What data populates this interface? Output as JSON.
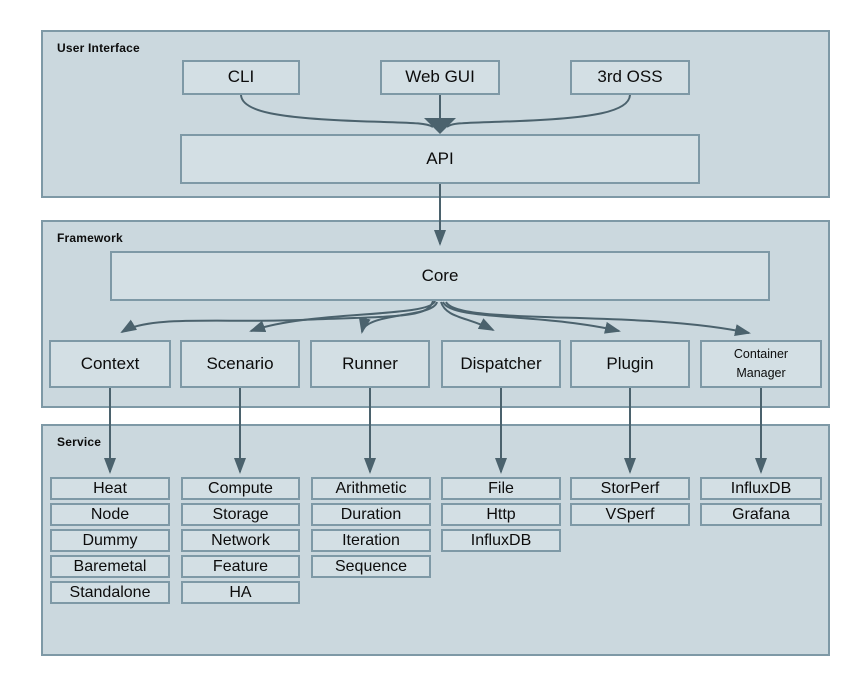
{
  "colors": {
    "page_bg": "#ffffff",
    "panel_fill": "#cbd8de",
    "panel_border": "#7e99a6",
    "box_fill": "#d3dfe4",
    "box_border": "#7e99a6",
    "arrow": "#4b626d",
    "text": "#0c0c0c"
  },
  "sections": {
    "user_interface": {
      "label": "User Interface",
      "boxes": {
        "cli": "CLI",
        "web_gui": "Web GUI",
        "third_oss": "3rd OSS",
        "api": "API"
      }
    },
    "framework": {
      "label": "Framework",
      "core": "Core",
      "modules": [
        "Context",
        "Scenario",
        "Runner",
        "Dispatcher",
        "Plugin",
        "Container Manager"
      ]
    },
    "service": {
      "label": "Service",
      "columns": [
        {
          "parent": "Context",
          "items": [
            "Heat",
            "Node",
            "Dummy",
            "Baremetal",
            "Standalone"
          ]
        },
        {
          "parent": "Scenario",
          "items": [
            "Compute",
            "Storage",
            "Network",
            "Feature",
            "HA"
          ]
        },
        {
          "parent": "Runner",
          "items": [
            "Arithmetic",
            "Duration",
            "Iteration",
            "Sequence"
          ]
        },
        {
          "parent": "Dispatcher",
          "items": [
            "File",
            "Http",
            "InfluxDB"
          ]
        },
        {
          "parent": "Plugin",
          "items": [
            "StorPerf",
            "VSperf"
          ]
        },
        {
          "parent": "Container Manager",
          "items": [
            "InfluxDB",
            "Grafana"
          ]
        }
      ]
    }
  },
  "connections": [
    {
      "from": "CLI",
      "to": "API"
    },
    {
      "from": "Web GUI",
      "to": "API"
    },
    {
      "from": "3rd OSS",
      "to": "API"
    },
    {
      "from": "API",
      "to": "Core"
    },
    {
      "from": "Core",
      "to": "Context"
    },
    {
      "from": "Core",
      "to": "Scenario"
    },
    {
      "from": "Core",
      "to": "Runner"
    },
    {
      "from": "Core",
      "to": "Dispatcher"
    },
    {
      "from": "Core",
      "to": "Plugin"
    },
    {
      "from": "Core",
      "to": "Container Manager"
    }
  ]
}
